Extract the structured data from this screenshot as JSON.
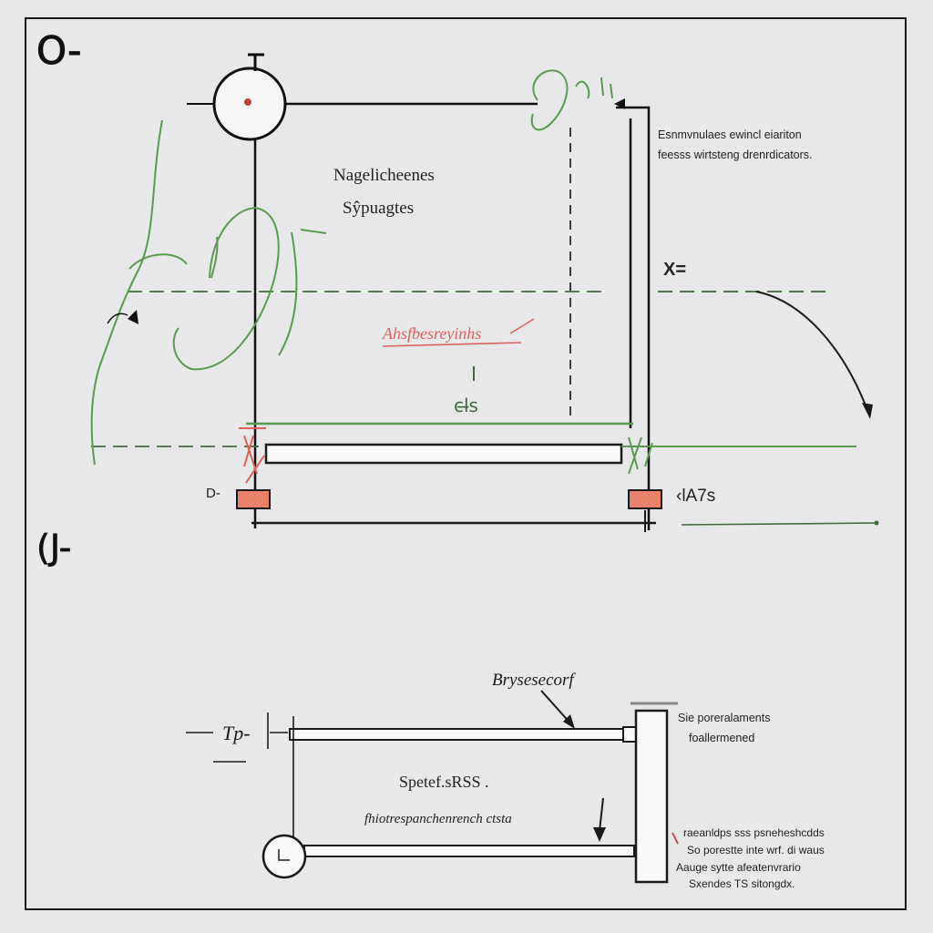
{
  "colors": {
    "background": "#e8e8ea",
    "ink": "#1a1a1a",
    "green": "#5a9a50",
    "dark_green": "#3f6b3a",
    "red": "#e06060",
    "support_fill": "#e8826a"
  },
  "top_diagram": {
    "corner_mark": "O-",
    "title_line1": "Nagelicheenes",
    "title_line2": "Sŷpuagtes",
    "annotation_top_right_line1": "Esnmvnulaes ewincl eiariton",
    "annotation_top_right_line2": "feesss wirtsteng drenrdicators.",
    "x_label": "X=",
    "red_note": "Ahsfbesreyinhs",
    "small_label": "cl̶s",
    "left_support_label": "D-",
    "right_support_label": "‹lA7s"
  },
  "middle_mark": "(J-",
  "bottom_diagram": {
    "top_callout": "Brysesecorf",
    "left_label": "Tp-",
    "right_note_line1": "Sie poreralaments",
    "right_note_line2": "foallermened",
    "center_line1": "Spetef.sRSS .",
    "center_line2": "fhiotrespanchenrench ctsta",
    "bottom_note_line1": "raeanldps sss psneheshcdds",
    "bottom_note_line2": "So porestte inte wrf. di waus",
    "bottom_note_line3": "Aauge sytte afeatenvrario",
    "bottom_note_line4": "Sxendes TS sitongdx."
  }
}
